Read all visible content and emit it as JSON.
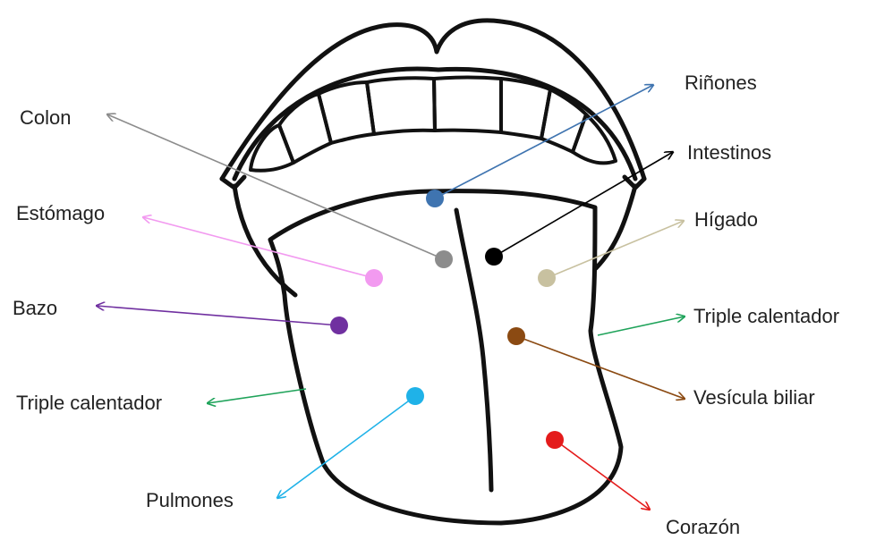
{
  "labels": {
    "colon": "Colon",
    "rinones": "Riñones",
    "intestinos": "Intestinos",
    "estomago": "Estómago",
    "higado": "Hígado",
    "bazo": "Bazo",
    "triple_right": "Triple calentador",
    "triple_left": "Triple calentador",
    "vesicula": "Vesícula biliar",
    "pulmones": "Pulmones",
    "corazon": "Corazón"
  },
  "colors": {
    "colon": "#8c8c8c",
    "rinones": "#3f74b0",
    "intestinos": "#000000",
    "estomago": "#f29af0",
    "higado": "#c8c1a0",
    "bazo": "#7030a0",
    "triple": "#1fa35a",
    "vesicula": "#8b4a12",
    "pulmones": "#1fb2e8",
    "corazon": "#e41b1b"
  }
}
